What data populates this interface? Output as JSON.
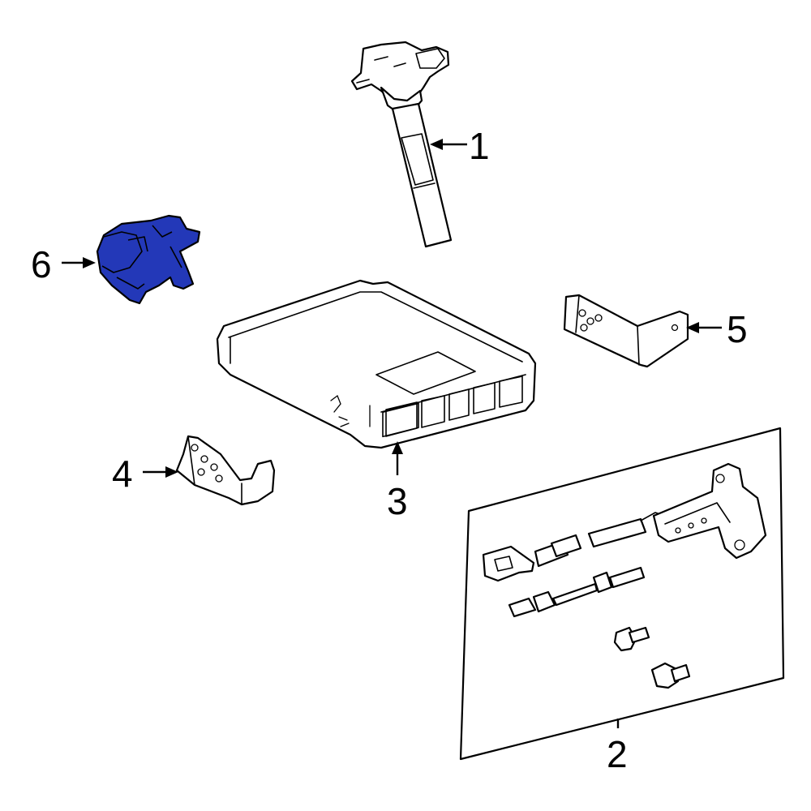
{
  "diagram": {
    "highlight_color": "#2338b8",
    "parts": [
      {
        "id": "ignition-coil",
        "callout": "1",
        "highlighted": false
      },
      {
        "id": "ignition-kit-board",
        "callout": "2",
        "highlighted": false
      },
      {
        "id": "engine-control-module",
        "callout": "3",
        "highlighted": false
      },
      {
        "id": "left-bracket",
        "callout": "4",
        "highlighted": false
      },
      {
        "id": "right-bracket",
        "callout": "5",
        "highlighted": false
      },
      {
        "id": "cover",
        "callout": "6",
        "highlighted": true
      }
    ]
  }
}
